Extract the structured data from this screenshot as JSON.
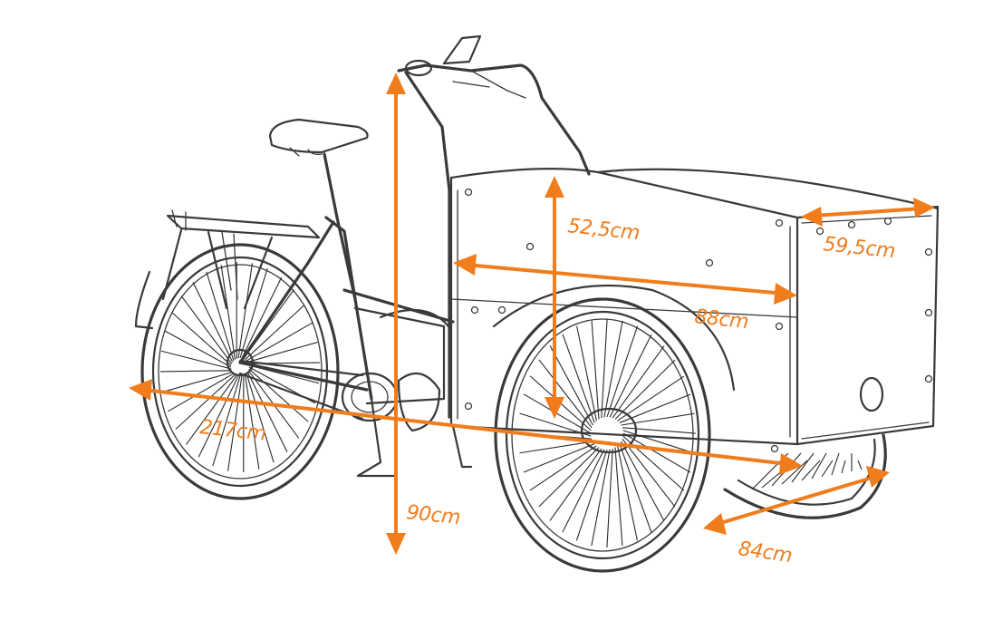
{
  "accent_color": "#f07c1c",
  "dimensions": {
    "overall_length": "217cm",
    "height": "90cm",
    "box_height": "52,5cm",
    "box_length": "88cm",
    "box_width": "59,5cm",
    "track_width": "84cm"
  }
}
